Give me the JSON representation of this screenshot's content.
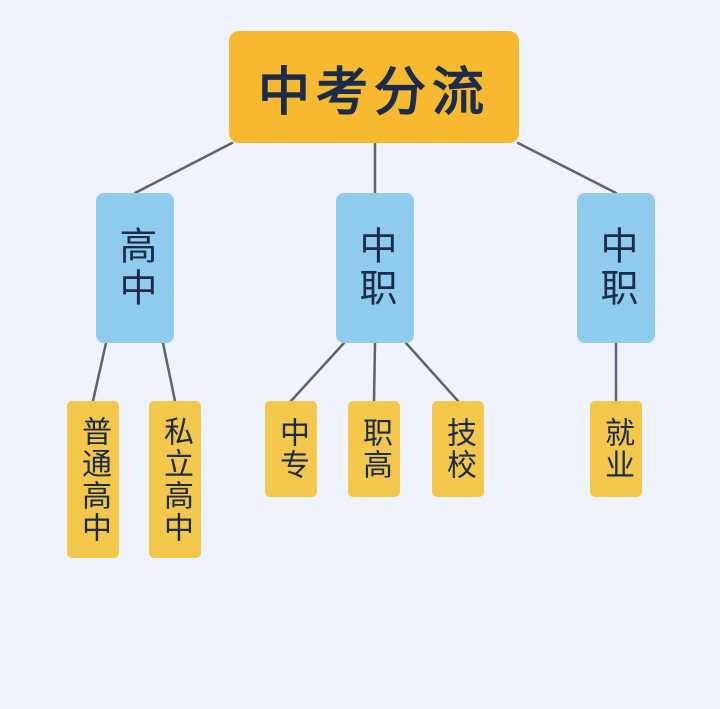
{
  "root": {
    "label": "中考分流"
  },
  "branches": [
    {
      "label": "高中",
      "children": [
        "普通高中",
        "私立高中"
      ]
    },
    {
      "label": "中职",
      "children": [
        "中专",
        "职高",
        "技校"
      ]
    },
    {
      "label": "中职",
      "children": [
        "就业"
      ]
    }
  ],
  "colors": {
    "background": "#eef3fc",
    "root": "#f6b92f",
    "branch": "#8ecbec",
    "leaf": "#f3c74b",
    "text": "#1b2b4a",
    "connector": "#5f636a"
  }
}
